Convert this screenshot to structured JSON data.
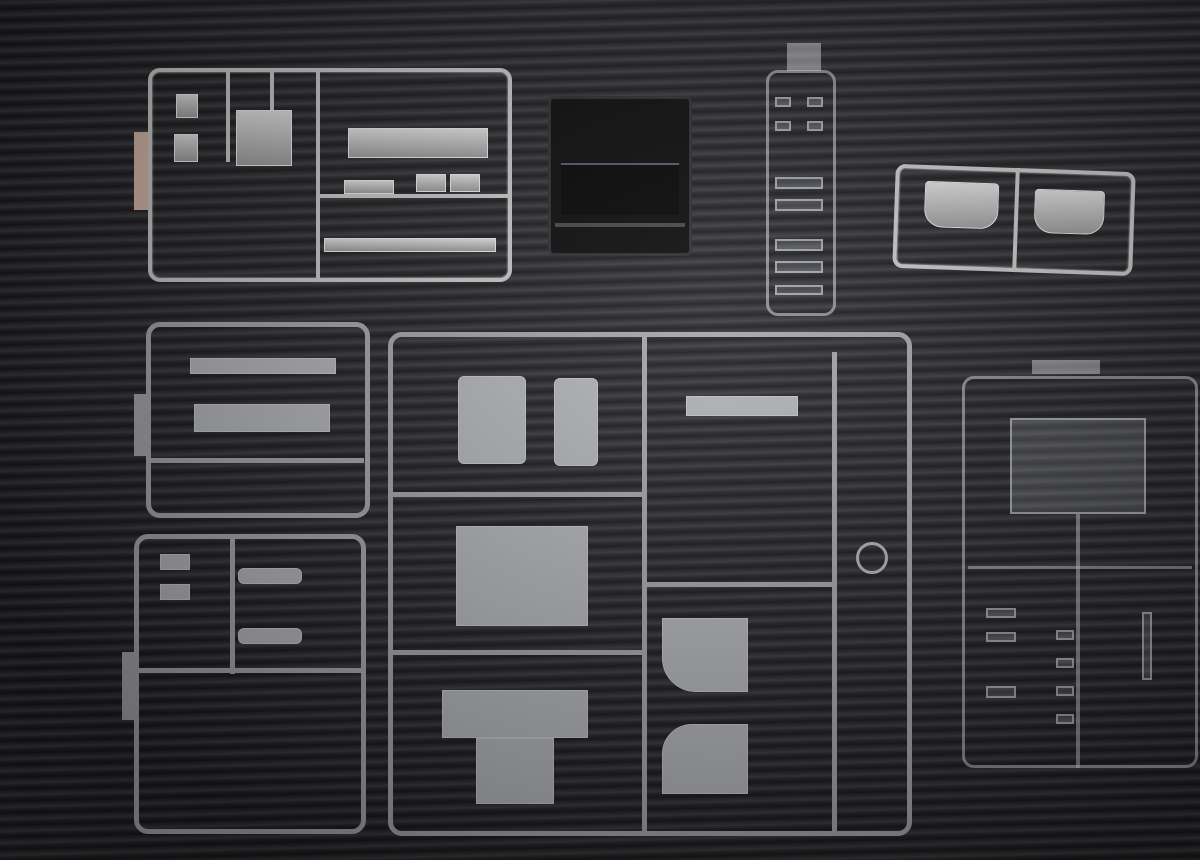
{
  "photo": {
    "subject": "Plastic scale model car kit sprues laid out on a ribbed black mat",
    "background": {
      "description": "black ribbed rubber mat",
      "color": "#1c1c1f"
    },
    "items": [
      {
        "id": "chrome-sprue",
        "label": "Chrome plated parts tree",
        "color": "#c9c9c9",
        "contents": "grille, bumpers, small fittings"
      },
      {
        "id": "black-body-part",
        "label": "Black cab/roof part",
        "color": "#070708"
      },
      {
        "id": "clear-lens-sprue",
        "label": "Narrow clear parts tree",
        "color": "#dfe3eb",
        "contents": "small lenses"
      },
      {
        "id": "chrome-small-sprue",
        "label": "Small chrome parts tree",
        "color": "#c9c9c9",
        "contents": "two curved panels"
      },
      {
        "id": "grey-sprue-left",
        "label": "Grey parts tree (two-section)",
        "color": "#a4a6a9",
        "contents": "dashboard, brackets, frame pieces"
      },
      {
        "id": "grey-sprue-center",
        "label": "Large grey parts tree",
        "color": "#a4a6a9",
        "contents": "seats, floor panels, door panels, steering wheel"
      },
      {
        "id": "clear-sprue-right",
        "label": "Clear parts tree",
        "color": "#dfe3eb",
        "contents": "windshield/window glazing, lenses"
      }
    ]
  }
}
